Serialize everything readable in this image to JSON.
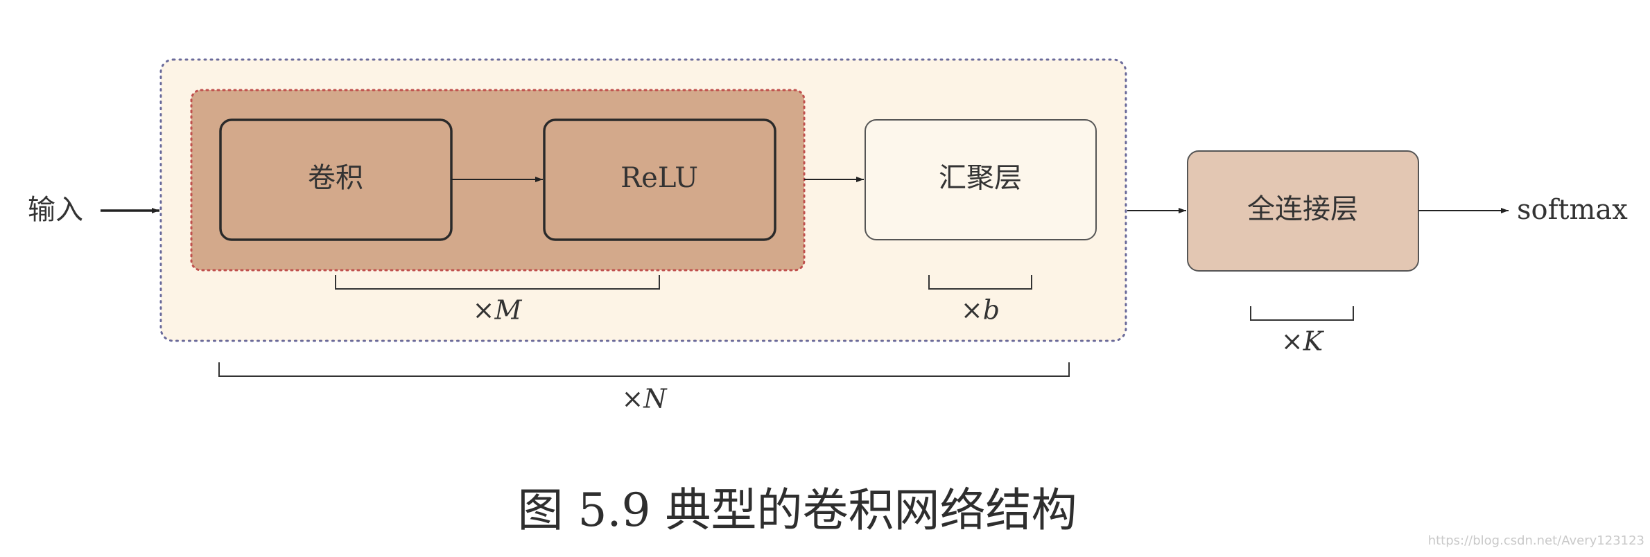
{
  "input_label": "输入",
  "output_label": "softmax",
  "conv_label": "卷积",
  "relu_label": "ReLU",
  "pool_label": "汇聚层",
  "fc_label": "全连接层",
  "repeat_m": "×M",
  "repeat_b": "×b",
  "repeat_k": "×K",
  "repeat_n": "×N",
  "caption": "图 5.9 典型的卷积网络结构",
  "watermark": "https://blog.csdn.net/Avery123123",
  "colors": {
    "outer_fill": "#fdf4e6",
    "inner_fill": "#d3a98b",
    "fc_fill": "#e3c7b3",
    "pool_fill": "#fdf7ec",
    "border": "#333333",
    "dotted_blue": "#6a6a9a",
    "dotted_red": "#c0504d"
  }
}
